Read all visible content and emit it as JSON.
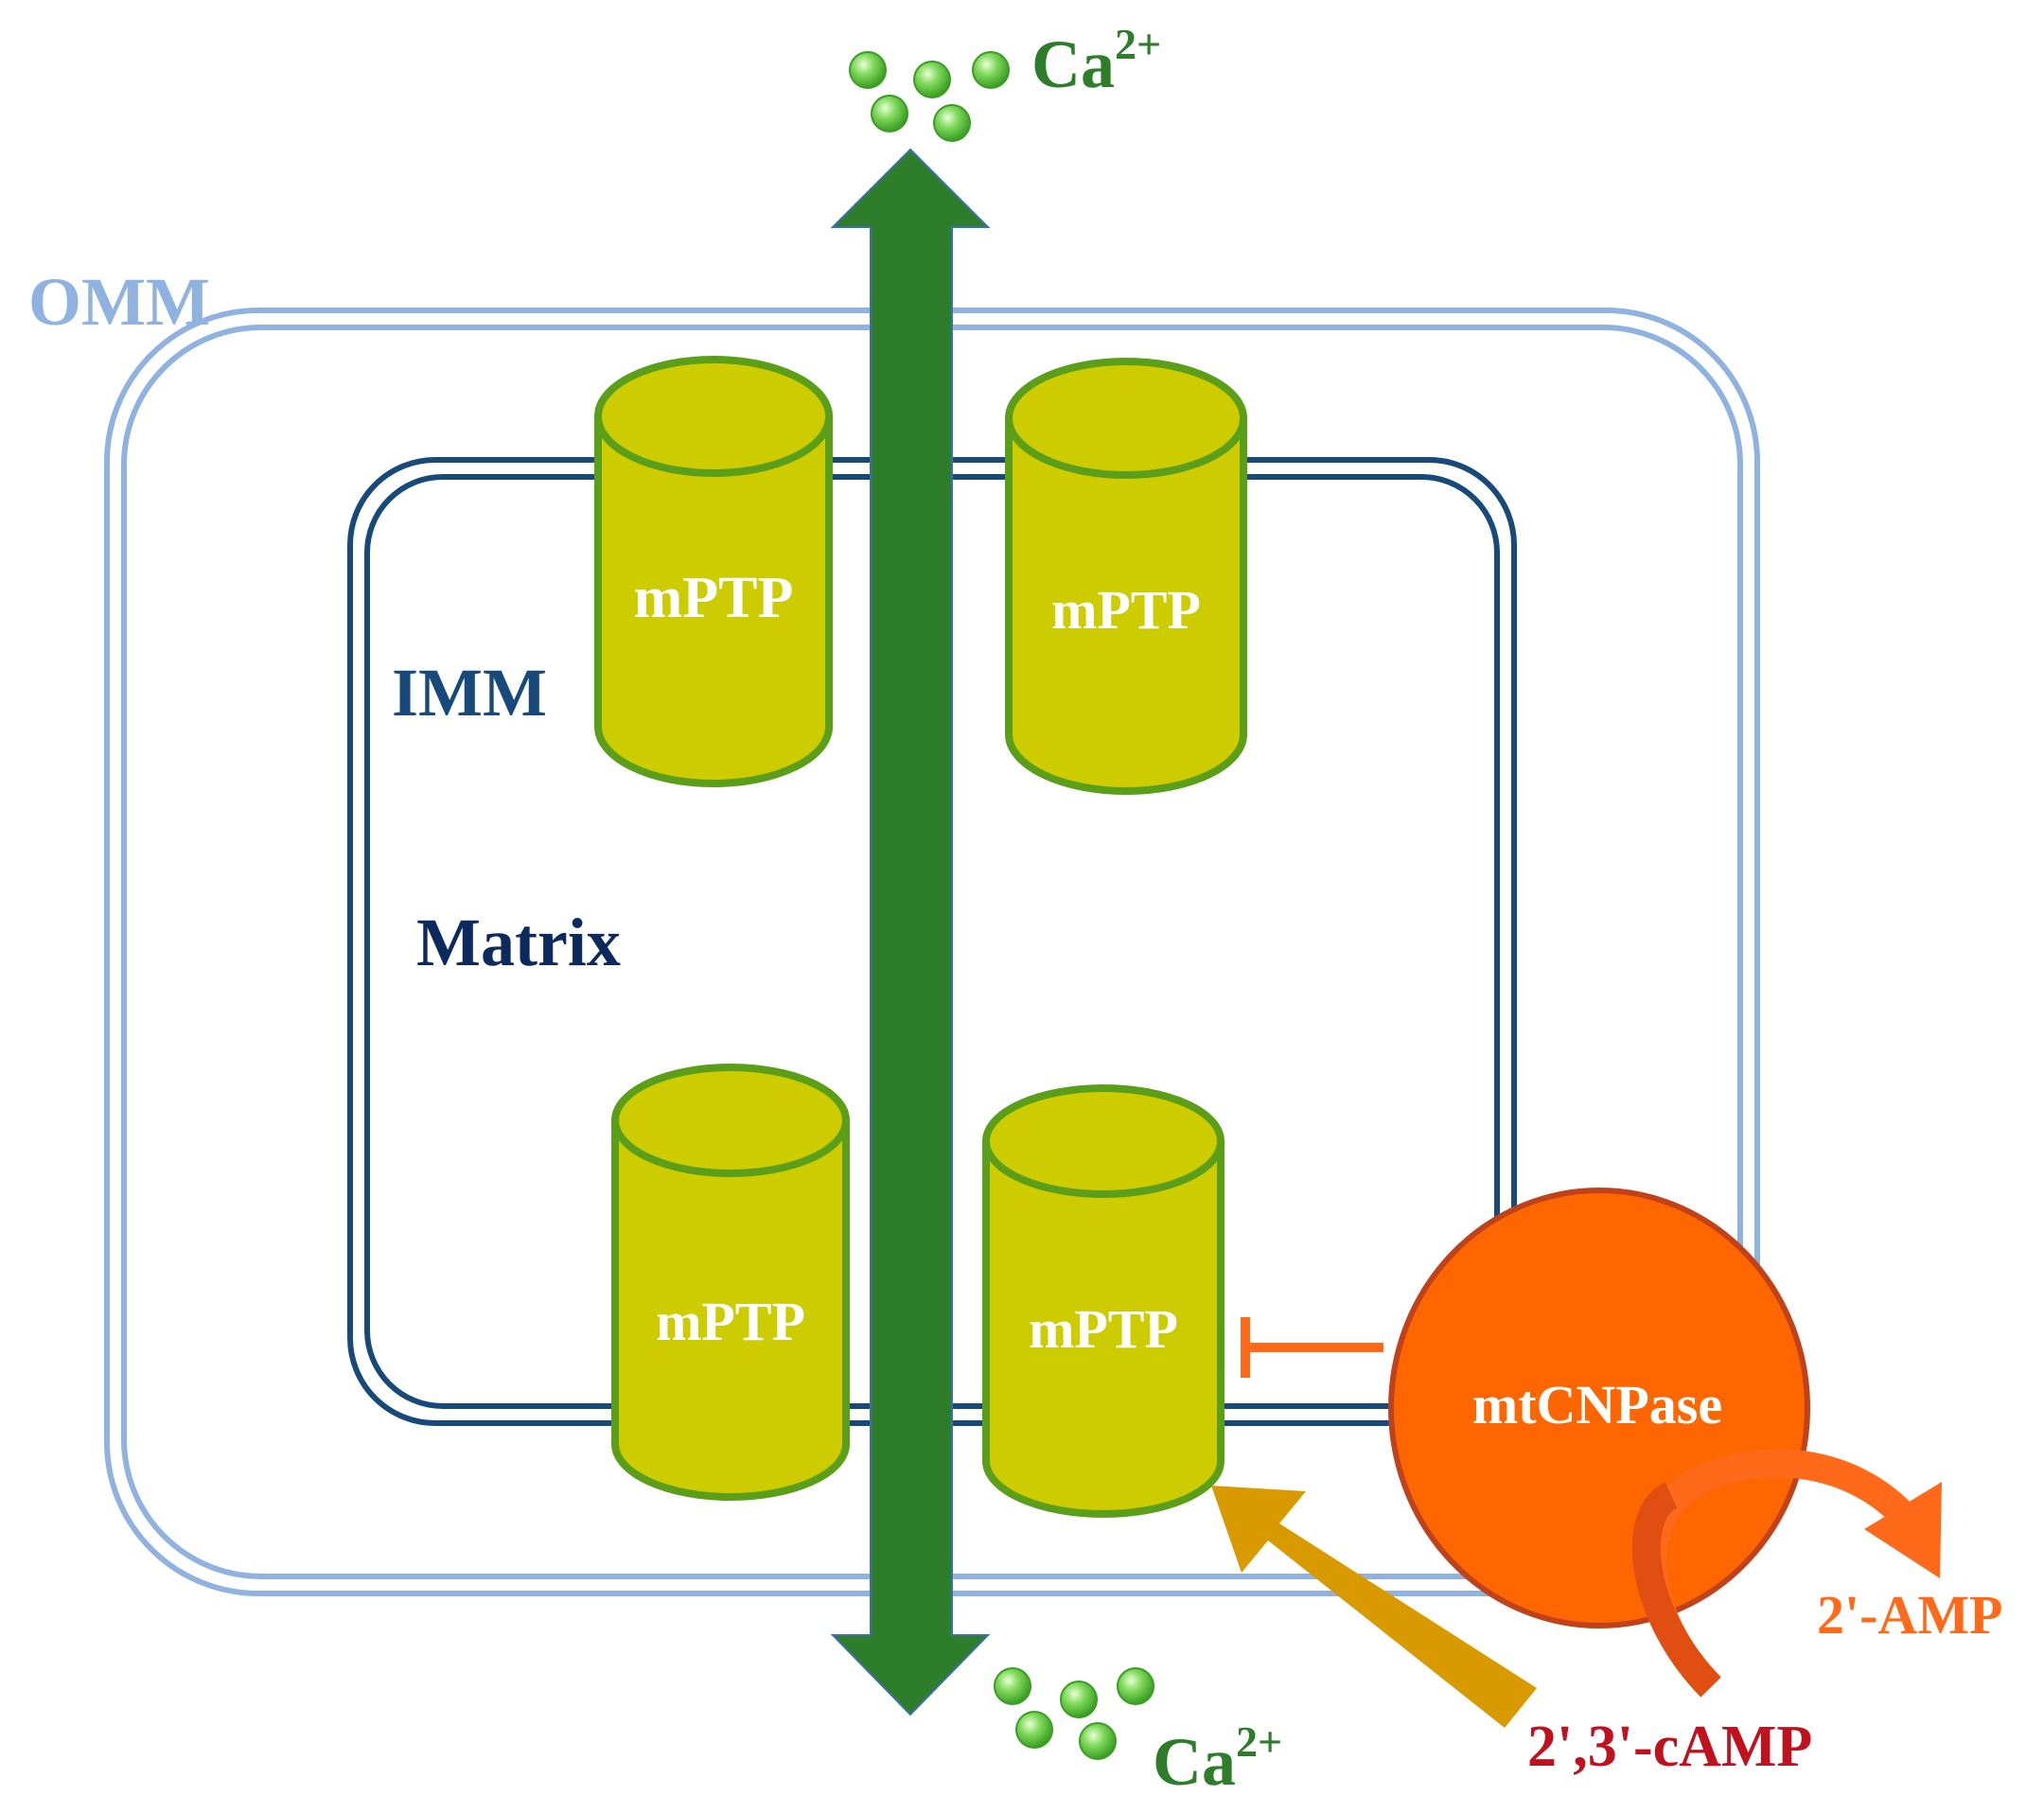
{
  "labels": {
    "omm": "OMM",
    "imm": "IMM",
    "matrix": "Matrix",
    "mptp": [
      "mPTP",
      "mPTP",
      "mPTP",
      "mPTP"
    ],
    "calcium_base": "Ca",
    "calcium_charge": "2+",
    "enzyme": "mtCNPase",
    "substrate": "2',3'-cAMP",
    "product": "2'-AMP"
  },
  "colors": {
    "omm": "#8fb2e0",
    "imm": "#17497a",
    "matrix_text": "#0d2a5e",
    "mptp_fill": "#cccc00",
    "mptp_stroke": "#5a9e1a",
    "channel_arrow": "#2e7d2a",
    "calcium_text": "#2e7d2a",
    "calcium_ion": "#5cc63a",
    "enzyme_fill": "#ff6600",
    "enzyme_stroke": "#c0421a",
    "inhibition": "#ff6a1a",
    "substrate_arrow": "#d99a00",
    "substrate_text": "#c0121e",
    "product_text": "#ff6a1a"
  },
  "icons": {
    "calcium": "ion-sphere",
    "channel_flux": "double-headed-arrow",
    "inhibition": "t-bar-inhibition",
    "conversion": "curved-arrow"
  }
}
